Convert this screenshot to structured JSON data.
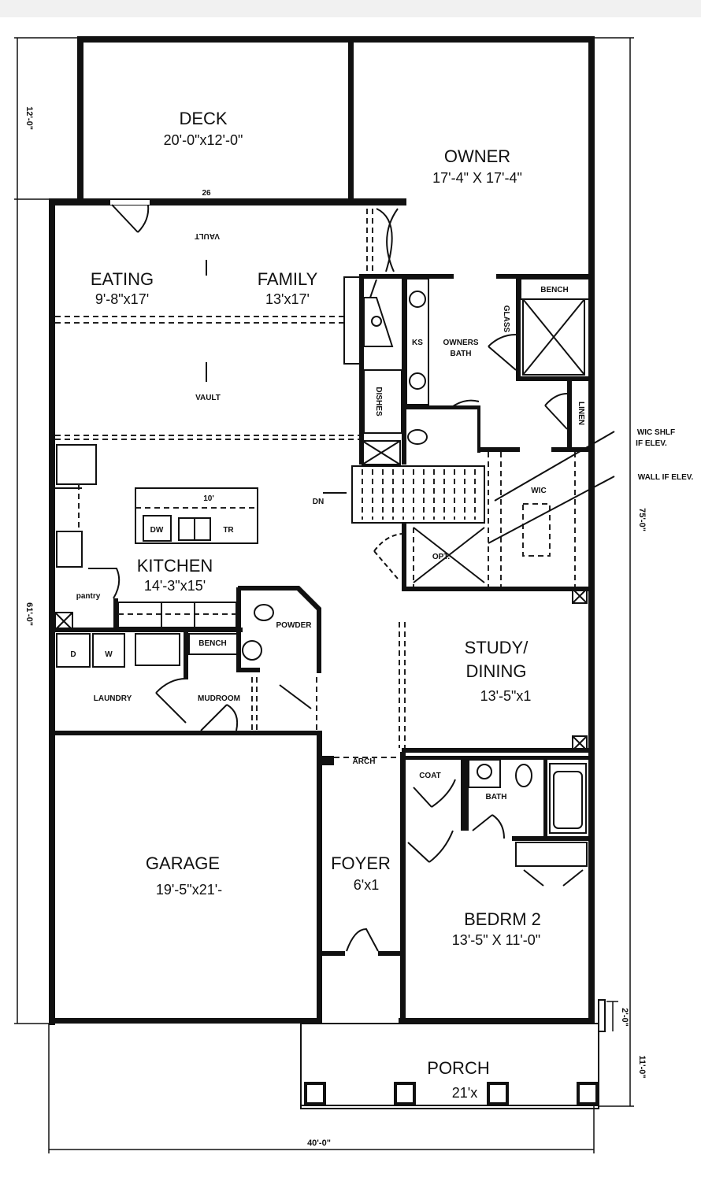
{
  "rooms": {
    "deck": {
      "name": "DECK",
      "size": "20'-0\"x12'-0\""
    },
    "owner": {
      "name": "OWNER",
      "size": "17'-4\" X 17'-4\""
    },
    "eating": {
      "name": "EATING",
      "size": "9'-8\"x17'"
    },
    "family": {
      "name": "FAMILY",
      "size": "13'x17'"
    },
    "kitchen": {
      "name": "KITCHEN",
      "size": "14'-3\"x15'"
    },
    "study": {
      "name": "STUDY/",
      "name2": "DINING",
      "size": "13'-5\"x1"
    },
    "garage": {
      "name": "GARAGE",
      "size": "19'-5\"x21'-"
    },
    "foyer": {
      "name": "FOYER",
      "size": "6'x1"
    },
    "bedroom2": {
      "name": "BEDRM 2",
      "size": "13'-5\" X 11'-0\""
    },
    "porch": {
      "name": "PORCH",
      "size": "21'x"
    }
  },
  "labels": {
    "vault_top": "VAULT",
    "vault_bottom": "VAULT",
    "door_width": "26",
    "owners_bath": "OWNERS",
    "owners_bath2": "BATH",
    "ks": "KS",
    "bench_bath": "BENCH",
    "glass": "GLASS",
    "linen": "LINEN",
    "dishes": "DISHES",
    "wic": "WIC",
    "opt": "OPT.",
    "wic_shelf": "WIC SHLF",
    "wic_shelf2": "IF ELEV.",
    "wall_if_elev": "WALL IF ELEV.",
    "dn": "DN",
    "island": "10'",
    "tr": "TR",
    "dw": "DW",
    "pantry": "pantry",
    "powder": "POWDER",
    "bench_mud": "BENCH",
    "laundry": "LAUNDRY",
    "mudroom": "MUDROOM",
    "dryer": "D",
    "washer": "W",
    "arch": "ARCH",
    "coat": "COAT",
    "bath": "BATH"
  },
  "dimensions": {
    "left_top": "12'-0\"",
    "left_main": "61'-0\"",
    "right_total": "75'-0\"",
    "right_small": "2'-0\"",
    "right_porch": "11'-0\"",
    "bottom_width": "40'-0\""
  }
}
